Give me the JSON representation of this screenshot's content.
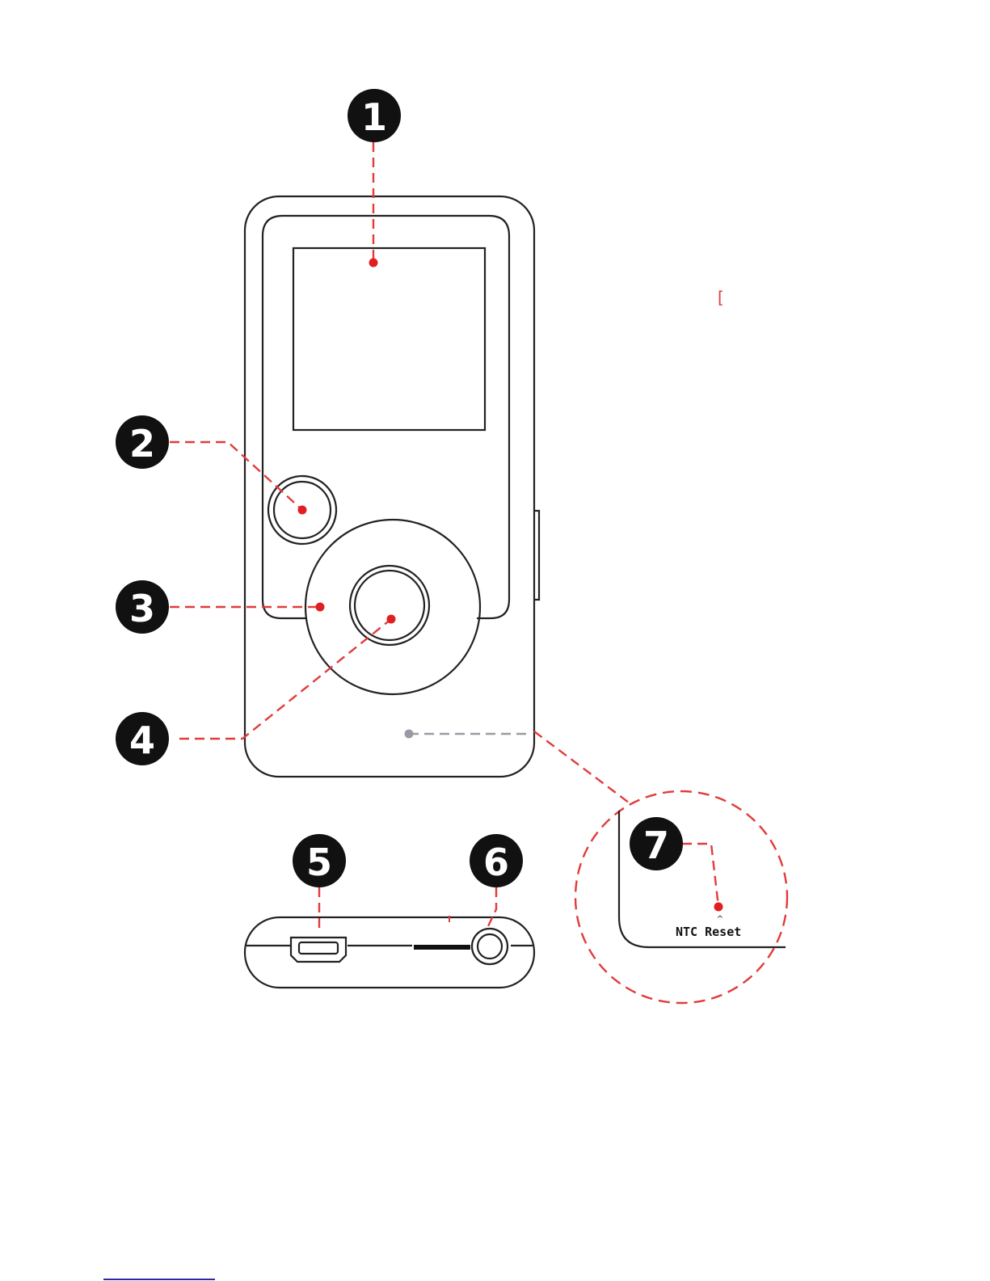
{
  "callouts": [
    {
      "id": "1",
      "label": "1"
    },
    {
      "id": "2",
      "label": "2"
    },
    {
      "id": "3",
      "label": "3"
    },
    {
      "id": "4",
      "label": "4"
    },
    {
      "id": "5",
      "label": "5"
    },
    {
      "id": "6",
      "label": "6"
    },
    {
      "id": "7",
      "label": "7"
    }
  ],
  "reset_label": "NTC Reset",
  "colors": {
    "leader": "#e23b3b",
    "dot": "#e02020",
    "badge": "#111111",
    "grey_leader": "#9a9aa6"
  }
}
